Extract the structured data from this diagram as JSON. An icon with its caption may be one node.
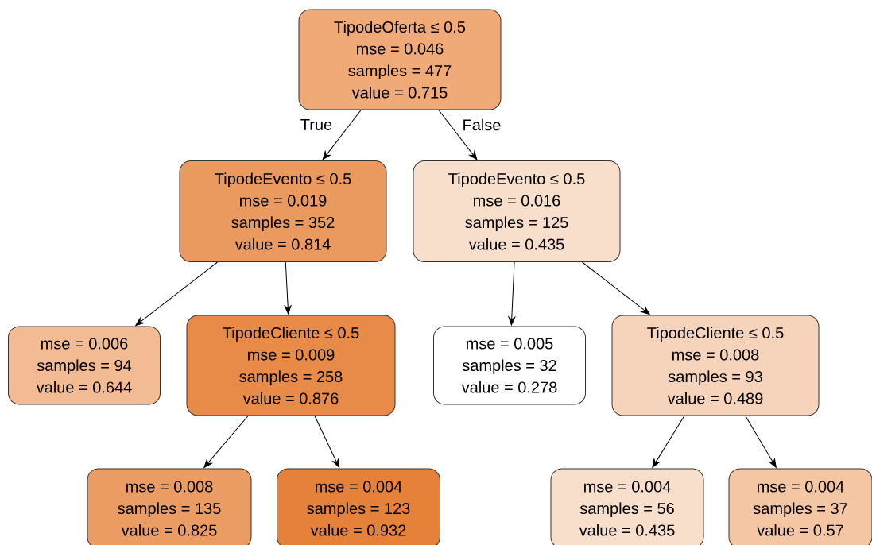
{
  "diagram": {
    "nodes": [
      {
        "text": [
          "TipodeOferta ≤ 0.5",
          "mse = 0.046",
          "samples = 477",
          "value = 0.715"
        ]
      },
      {
        "text": [
          "TipodeEvento ≤ 0.5",
          "mse = 0.019",
          "samples = 352",
          "value = 0.814"
        ]
      },
      {
        "text": [
          "TipodeEvento ≤ 0.5",
          "mse = 0.016",
          "samples = 125",
          "value = 0.435"
        ]
      },
      {
        "text": [
          "mse = 0.006",
          "samples = 94",
          "value = 0.644"
        ]
      },
      {
        "text": [
          "TipodeCliente ≤ 0.5",
          "mse = 0.009",
          "samples = 258",
          "value = 0.876"
        ]
      },
      {
        "text": [
          "mse = 0.005",
          "samples = 32",
          "value = 0.278"
        ]
      },
      {
        "text": [
          "TipodeCliente ≤ 0.5",
          "mse = 0.008",
          "samples = 93",
          "value = 0.489"
        ]
      },
      {
        "text": [
          "mse = 0.008",
          "samples = 135",
          "value = 0.825"
        ]
      },
      {
        "text": [
          "mse = 0.004",
          "samples = 123",
          "value = 0.932"
        ]
      },
      {
        "text": [
          "mse = 0.004",
          "samples = 56",
          "value = 0.435"
        ]
      },
      {
        "text": [
          "mse = 0.004",
          "samples = 37",
          "value = 0.57"
        ]
      }
    ],
    "edges": [
      {
        "from": 0,
        "to": 1,
        "arrow": "to",
        "label": "True"
      },
      {
        "from": 0,
        "to": 2,
        "arrow": "to",
        "label": "False"
      },
      {
        "from": 1,
        "to": 3,
        "arrow": "to"
      },
      {
        "from": 1,
        "to": 4,
        "arrow": "to"
      },
      {
        "from": 2,
        "to": 5,
        "arrow": "to"
      },
      {
        "from": 2,
        "to": 6,
        "arrow": "to"
      },
      {
        "from": 4,
        "to": 7,
        "arrow": "to"
      },
      {
        "from": 4,
        "to": 8,
        "arrow": "to"
      },
      {
        "from": 6,
        "to": 9,
        "arrow": "to"
      },
      {
        "from": 6,
        "to": 10,
        "arrow": "to"
      }
    ]
  }
}
